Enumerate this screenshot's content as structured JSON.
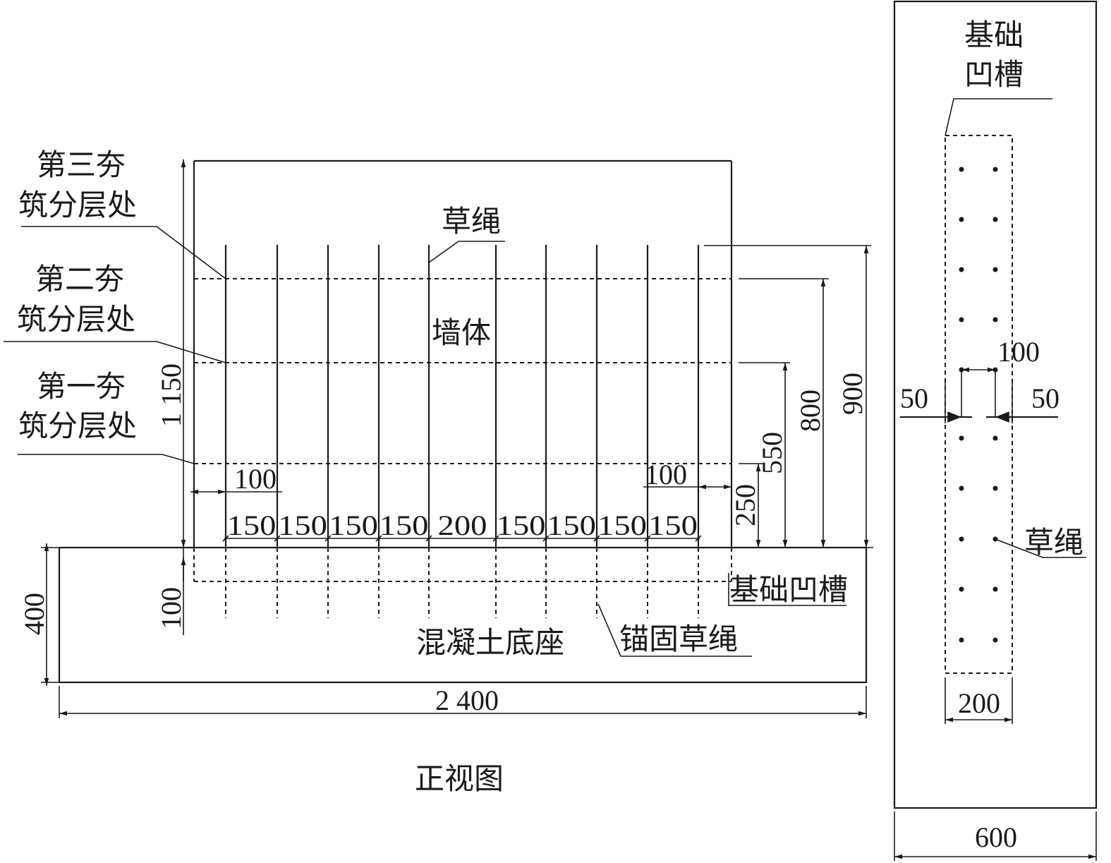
{
  "labels": {
    "layer3_line1": "第三夯",
    "layer3_line2": "筑分层处",
    "layer2_line1": "第二夯",
    "layer2_line2": "筑分层处",
    "layer1_line1": "第一夯",
    "layer1_line2": "筑分层处",
    "straw_rope_top": "草绳",
    "wall": "墙体",
    "base_groove": "基础凹槽",
    "concrete_base": "混凝土底座",
    "anchor_rope": "锚固草绳",
    "front_view": "正视图",
    "side_groove_line1": "基础",
    "side_groove_line2": "凹槽",
    "side_straw_rope": "草绳"
  },
  "dims": {
    "wall_height": "1 150",
    "base_height": "400",
    "groove_depth": "100",
    "total_width": "2 400",
    "left_offset": "100",
    "right_offset": "100",
    "spacing": [
      "150",
      "150",
      "150",
      "150",
      "200",
      "150",
      "150",
      "150",
      "150"
    ],
    "h250": "250",
    "h550": "550",
    "h800": "800",
    "h900": "900",
    "side_100": "100",
    "side_50_left": "50",
    "side_50_right": "50",
    "side_200": "200",
    "side_600": "600"
  }
}
